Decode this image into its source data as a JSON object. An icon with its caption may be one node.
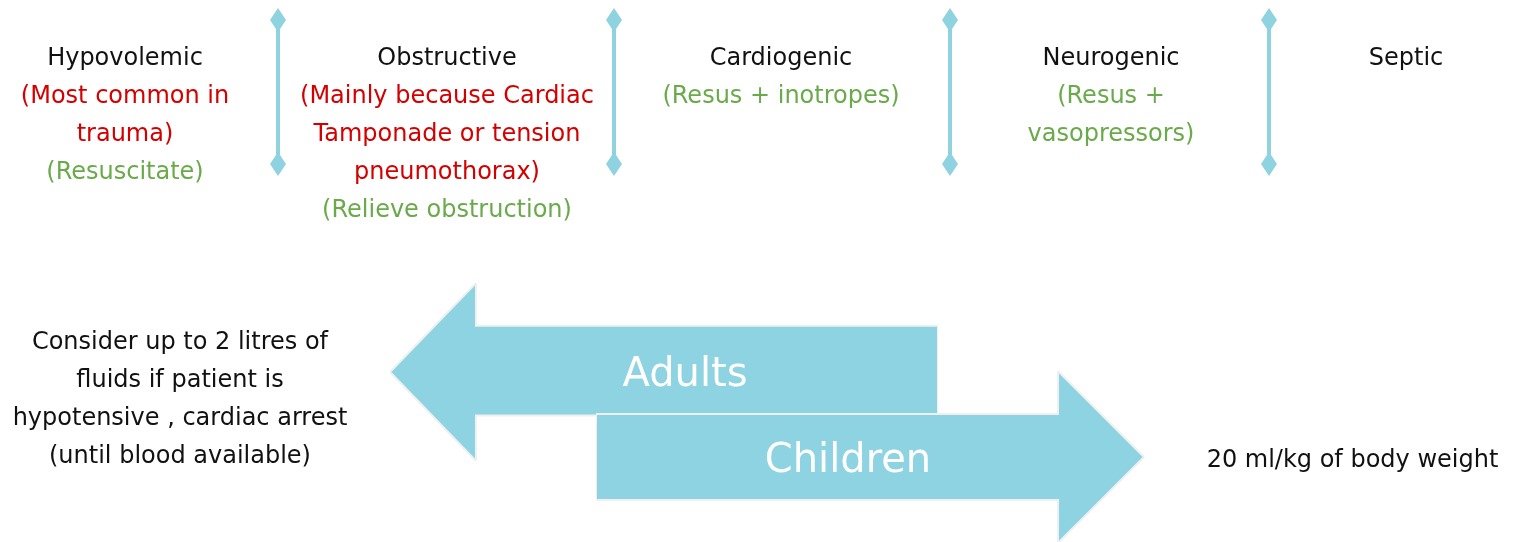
{
  "diagram": {
    "nodes": [
      {
        "text": [
          "Adults"
        ]
      },
      {
        "text": [
          "Children"
        ]
      }
    ],
    "labels": [
      "Hypovolemic",
      "(Most common in trauma)",
      "(Resuscitate)",
      "Obstructive",
      "(Mainly because Cardiac Tamponade or tension pneumothorax)",
      "(Relieve obstruction)",
      "Cardiogenic",
      "(Resus + inotropes)",
      "Neurogenic",
      "(Resus + vasopressors)",
      "Septic",
      "Consider up to 2 litres of fluids if patient is hypotensive , cardiac arrest (until blood available)",
      "20 ml/kg of body weight"
    ]
  }
}
